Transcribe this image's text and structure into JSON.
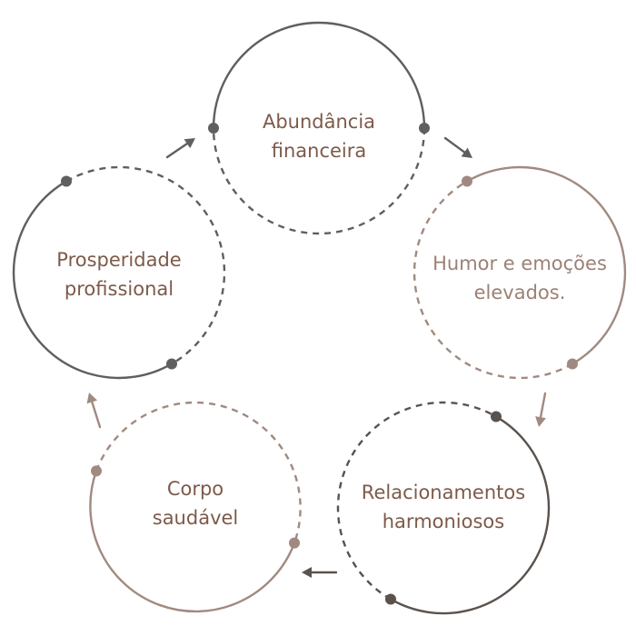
{
  "diagram": {
    "type": "cycle",
    "colors": {
      "dark": "#5f5f5f",
      "warm": "#a08a80",
      "deep": "#5a524d",
      "text_brown": "#7d5a4a",
      "text_taupe": "#9c8176"
    },
    "nodes": [
      {
        "id": "abundancia",
        "lines": [
          "Abundância",
          "financeira"
        ],
        "color": "dark",
        "text_color": "text_brown"
      },
      {
        "id": "humor",
        "lines": [
          "Humor e emoções",
          "elevados."
        ],
        "color": "warm",
        "text_color": "text_taupe"
      },
      {
        "id": "relacionamentos",
        "lines": [
          "Relacionamentos",
          "harmoniosos"
        ],
        "color": "deep",
        "text_color": "text_brown"
      },
      {
        "id": "corpo",
        "lines": [
          "Corpo",
          "saudável"
        ],
        "color": "warm",
        "text_color": "text_brown"
      },
      {
        "id": "prosperidade",
        "lines": [
          "Prosperidade",
          "profissional"
        ],
        "color": "dark",
        "text_color": "text_brown"
      }
    ],
    "arrows": [
      {
        "from": "abundancia",
        "to": "humor",
        "color": "dark"
      },
      {
        "from": "humor",
        "to": "relacionamentos",
        "color": "warm"
      },
      {
        "from": "relacionamentos",
        "to": "corpo",
        "color": "deep"
      },
      {
        "from": "corpo",
        "to": "prosperidade",
        "color": "warm"
      },
      {
        "from": "prosperidade",
        "to": "abundancia",
        "color": "dark"
      }
    ]
  }
}
